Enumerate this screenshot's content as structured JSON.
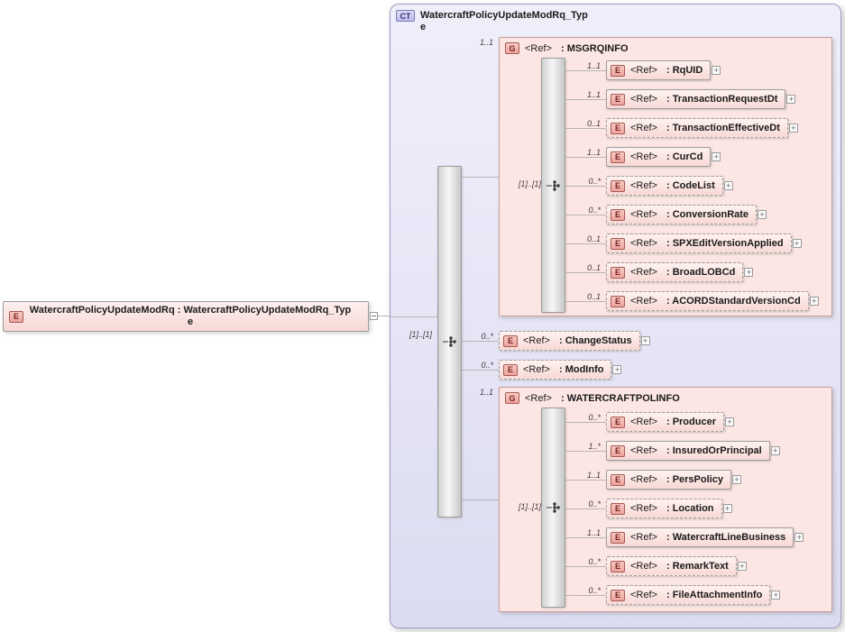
{
  "icons": {
    "expand": "+"
  },
  "root": {
    "badge": "E",
    "label": "WatercraftPolicyUpdateModRq : WatercraftPolicyUpdateModRq_Type"
  },
  "ct": {
    "badge": "CT",
    "title": "WatercraftPolicyUpdateModRq_Type",
    "seq_cardinality": "[1]..[1]",
    "msgrqinfo": {
      "badge": "G",
      "ref": "<Ref>",
      "name": ": MSGRQINFO",
      "cardinality": "1..1",
      "seq_cardinality": "[1]..[1]",
      "elements": [
        {
          "badge": "E",
          "ref": "<Ref>",
          "name": ": RqUID",
          "cardinality": "1..1"
        },
        {
          "badge": "E",
          "ref": "<Ref>",
          "name": ": TransactionRequestDt",
          "cardinality": "1..1"
        },
        {
          "badge": "E",
          "ref": "<Ref>",
          "name": ": TransactionEffectiveDt",
          "cardinality": "0..1"
        },
        {
          "badge": "E",
          "ref": "<Ref>",
          "name": ": CurCd",
          "cardinality": "1..1"
        },
        {
          "badge": "E",
          "ref": "<Ref>",
          "name": ": CodeList",
          "cardinality": "0..*"
        },
        {
          "badge": "E",
          "ref": "<Ref>",
          "name": ": ConversionRate",
          "cardinality": "0..*"
        },
        {
          "badge": "E",
          "ref": "<Ref>",
          "name": ": SPXEditVersionApplied",
          "cardinality": "0..1"
        },
        {
          "badge": "E",
          "ref": "<Ref>",
          "name": ": BroadLOBCd",
          "cardinality": "0..1"
        },
        {
          "badge": "E",
          "ref": "<Ref>",
          "name": ": ACORDStandardVersionCd",
          "cardinality": "0..1"
        }
      ]
    },
    "change_status": {
      "badge": "E",
      "ref": "<Ref>",
      "name": ": ChangeStatus",
      "cardinality": "0..*"
    },
    "mod_info": {
      "badge": "E",
      "ref": "<Ref>",
      "name": ": ModInfo",
      "cardinality": "0..*"
    },
    "watercraftpolinfo": {
      "badge": "G",
      "ref": "<Ref>",
      "name": ": WATERCRAFTPOLINFO",
      "cardinality": "1..1",
      "seq_cardinality": "[1]..[1]",
      "elements": [
        {
          "badge": "E",
          "ref": "<Ref>",
          "name": ": Producer",
          "cardinality": "0..*"
        },
        {
          "badge": "E",
          "ref": "<Ref>",
          "name": ": InsuredOrPrincipal",
          "cardinality": "1..*"
        },
        {
          "badge": "E",
          "ref": "<Ref>",
          "name": ": PersPolicy",
          "cardinality": "1..1"
        },
        {
          "badge": "E",
          "ref": "<Ref>",
          "name": ": Location",
          "cardinality": "0..*"
        },
        {
          "badge": "E",
          "ref": "<Ref>",
          "name": ": WatercraftLineBusiness",
          "cardinality": "1..1"
        },
        {
          "badge": "E",
          "ref": "<Ref>",
          "name": ": RemarkText",
          "cardinality": "0..*"
        },
        {
          "badge": "E",
          "ref": "<Ref>",
          "name": ": FileAttachmentInfo",
          "cardinality": "0..*"
        }
      ]
    }
  }
}
